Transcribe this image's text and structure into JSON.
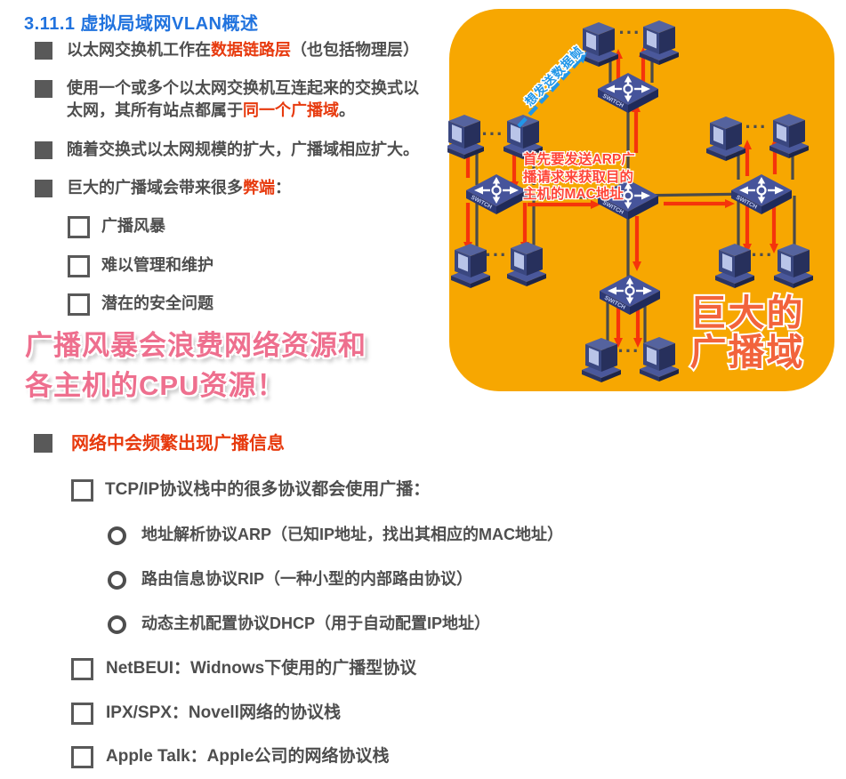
{
  "title": "3.11.1 虚拟局域网VLAN概述",
  "bullets": [
    {
      "pre": "以太网交换机工作在",
      "hl": "数据链路层",
      "post": "（也包括物理层）"
    },
    {
      "pre": "使用一个或多个以太网交换机互连起来的交换式以太网，其所有站点都属于",
      "hl": "同一个广播域",
      "post": "。"
    },
    {
      "pre": "随着交换式以太网规模的扩大，广播域相应扩大。",
      "hl": "",
      "post": ""
    },
    {
      "pre": "巨大的广播域会带来很多",
      "hl": "弊端",
      "post": "："
    }
  ],
  "drawbacks": [
    "广播风暴",
    "难以管理和维护",
    "潜在的安全问题"
  ],
  "warning": {
    "line1": "广播风暴会浪费网络资源和",
    "line2": "各主机的CPU资源！"
  },
  "broadcast": {
    "heading": "网络中会频繁出现广播信息",
    "intro": "TCP/IP协议栈中的很多协议都会使用广播：",
    "protocols": [
      "地址解析协议ARP（已知IP地址，找出其相应的MAC地址）",
      "路由信息协议RIP（一种小型的内部路由协议）",
      "动态主机配置协议DHCP（用于自动配置IP地址）"
    ],
    "others": [
      "NetBEUI：Widnows下使用的广播型协议",
      "IPX/SPX：Novell网络的协议栈",
      "Apple Talk：Apple公司的网络协议栈"
    ]
  },
  "diagram": {
    "switch_label": "SWITCH",
    "blue_arrow_label": "想发送数据帧",
    "arp_note_l1": "首先要发送ARP广",
    "arp_note_l2": "播请求来获取目的",
    "arp_note_l3": "主机的MAC地址",
    "big_label_l1": "巨大的",
    "big_label_l2": "广播域",
    "dots": "···",
    "colors": {
      "background": "#F7A701",
      "arrow_red": "#F5340B",
      "switch_blue": "#46549B",
      "note_red": "#FF4537",
      "big_label": "#F2633C",
      "blue_arrow": "#2196E8",
      "title_blue": "#2173DE",
      "accent_red": "#E73A0E",
      "warning_pink": "#EE6F8E"
    }
  }
}
